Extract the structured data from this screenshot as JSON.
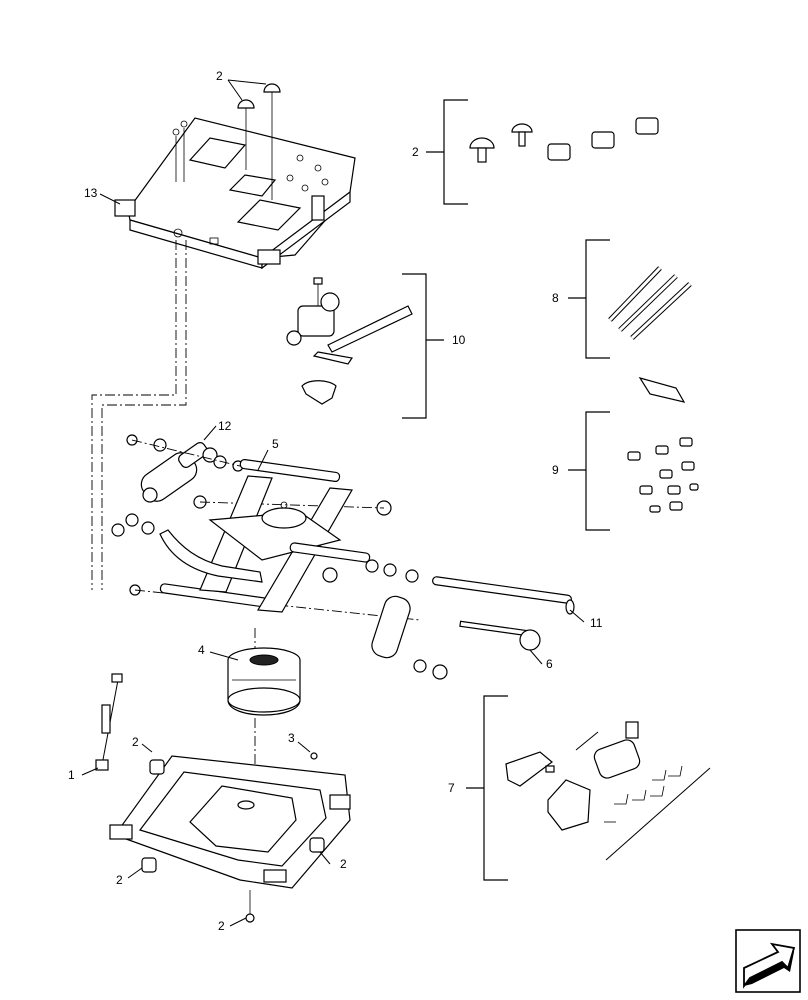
{
  "callouts": {
    "c2_top": "2",
    "c2_group": "2",
    "c13": "13",
    "c10": "10",
    "c8": "8",
    "c9": "9",
    "c12": "12",
    "c5": "5",
    "c11": "11",
    "c6": "6",
    "c4": "4",
    "c1": "1",
    "c2_left": "2",
    "c3": "3",
    "c2_right": "2",
    "c2_lowleft": "2",
    "c2_bottom": "2",
    "c7": "7"
  },
  "icons": {
    "nav_arrow": "next-page-arrow-icon"
  }
}
